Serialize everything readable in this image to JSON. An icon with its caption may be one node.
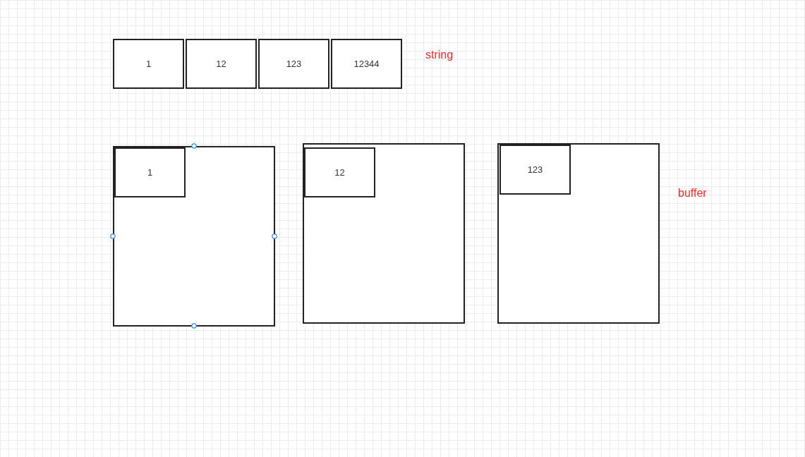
{
  "diagram": {
    "nodes": [
      {
        "text": [
          "1"
        ]
      },
      {
        "text": [
          "12"
        ]
      },
      {
        "text": [
          "123"
        ]
      },
      {
        "text": [
          "12344"
        ]
      },
      {
        "text": [],
        "shape": "box"
      },
      {
        "text": [
          "1"
        ],
        "in": 4
      },
      {
        "text": [],
        "shape": "box"
      },
      {
        "text": [
          "12"
        ],
        "in": 6
      },
      {
        "text": [],
        "shape": "box"
      },
      {
        "text": [
          "123"
        ],
        "in": 8
      }
    ],
    "labels": [
      "string",
      "buffer"
    ]
  }
}
